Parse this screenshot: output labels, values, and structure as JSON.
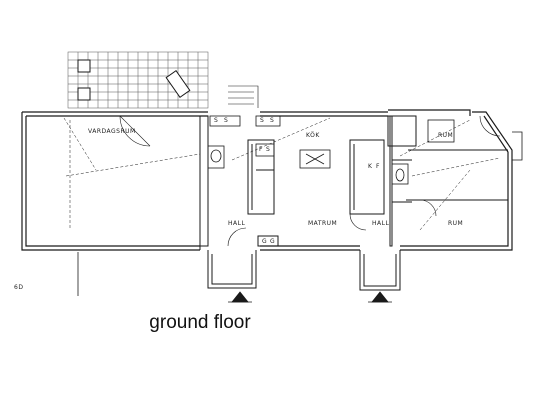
{
  "caption": "ground floor",
  "rooms": {
    "vardagsrum": "VARDAGSRUM",
    "kok": "KÖK",
    "rum_top": "RUM",
    "hall_left": "HALL",
    "matrum": "MATRUM",
    "hall_right": "HALL",
    "rum_bottom": "RUM"
  },
  "fixtures": {
    "s1": "S",
    "s2": "S",
    "s3": "S",
    "s4": "S",
    "gg1": "G",
    "gg2": "G",
    "kf1": "K",
    "kf2": "F",
    "fs1": "F",
    "fs2": "S"
  },
  "margin_note": "6D",
  "colors": {
    "line": "#1a1a1a",
    "background": "#ffffff"
  }
}
